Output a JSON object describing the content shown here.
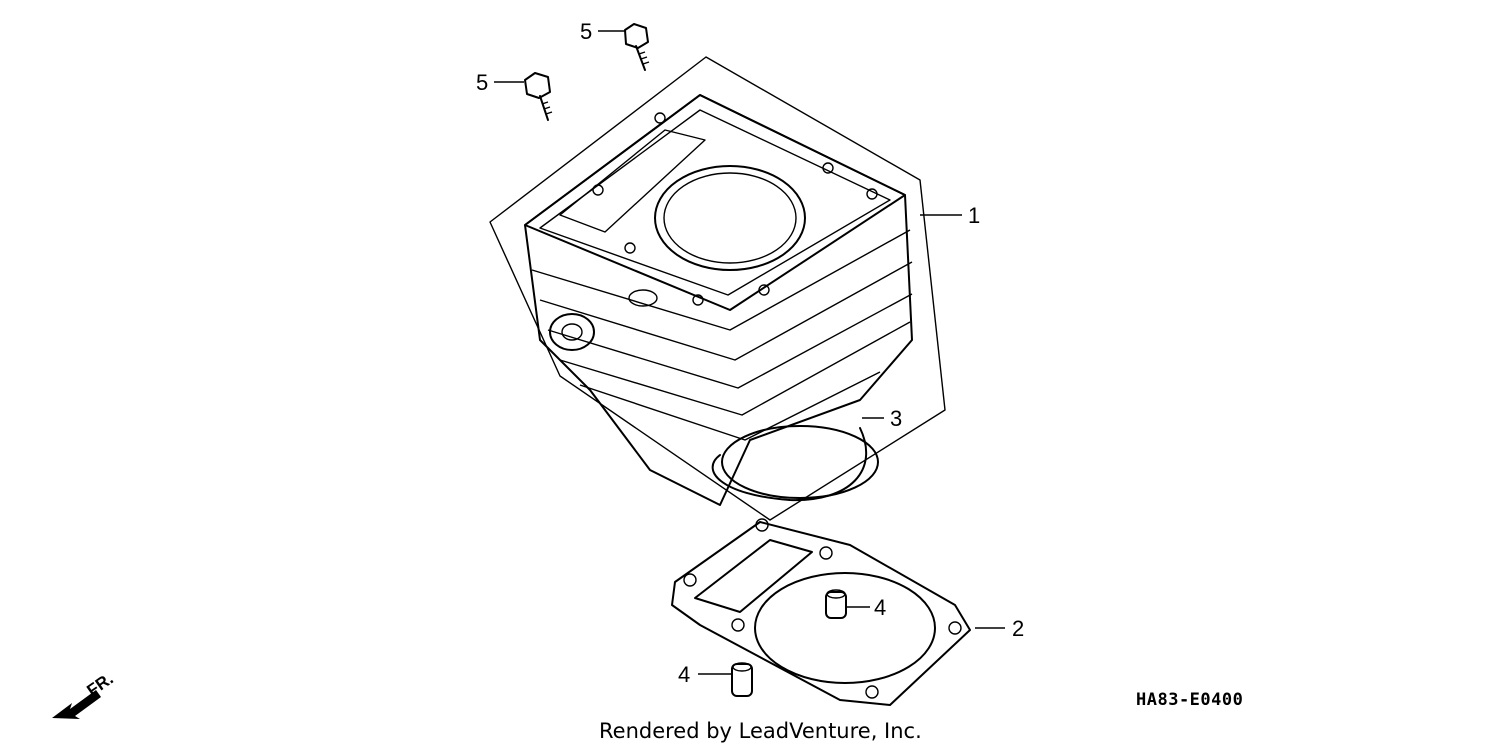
{
  "diagram": {
    "callouts": [
      {
        "id": "callout-1",
        "label": "1"
      },
      {
        "id": "callout-2",
        "label": "2"
      },
      {
        "id": "callout-3",
        "label": "3"
      },
      {
        "id": "callout-4-upper",
        "label": "4"
      },
      {
        "id": "callout-4-lower",
        "label": "4"
      },
      {
        "id": "callout-5-upper",
        "label": "5"
      },
      {
        "id": "callout-5-lower",
        "label": "5"
      }
    ],
    "diagram_code": "HA83-E0400",
    "direction_label": "FR.",
    "credit": "Rendered by LeadVenture, Inc."
  }
}
